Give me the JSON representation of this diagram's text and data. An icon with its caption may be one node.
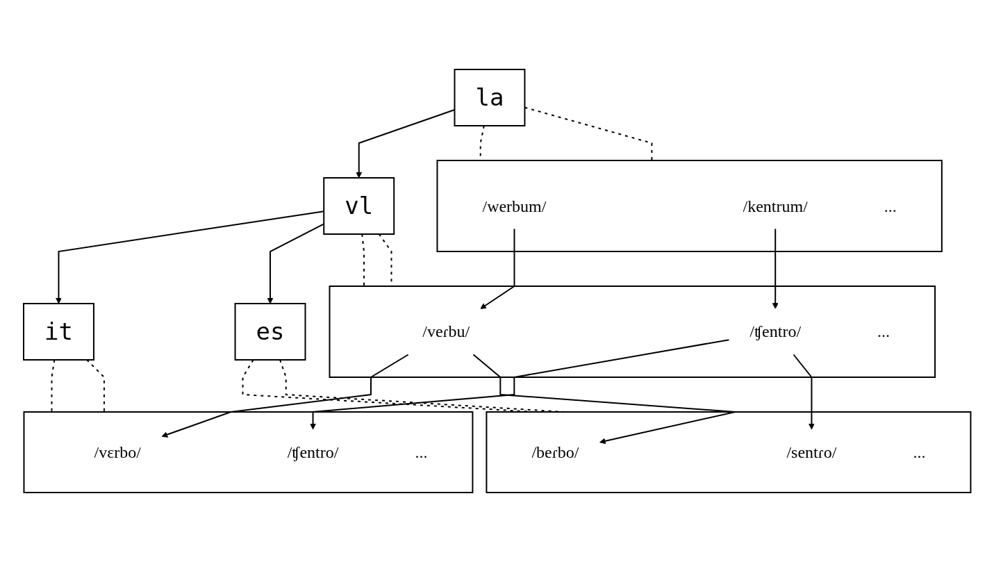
{
  "diagram": {
    "nodes": [
      {
        "text": [
          "la"
        ]
      },
      {
        "text": [
          "vl"
        ]
      },
      {
        "text": [
          "it"
        ]
      },
      {
        "text": [
          "es"
        ]
      },
      {
        "text": [],
        "shape": "box"
      },
      {
        "text": [
          "/werbum/"
        ],
        "in": 4
      },
      {
        "text": [
          "/kentrum/"
        ],
        "in": 4
      },
      {
        "text": [
          "..."
        ],
        "in": 4
      },
      {
        "text": [],
        "shape": "box"
      },
      {
        "text": [
          "/veɾbu/"
        ],
        "in": 8
      },
      {
        "text": [
          "/ʧentro/"
        ],
        "in": 8
      },
      {
        "text": [
          "..."
        ],
        "in": 8
      },
      {
        "text": [],
        "shape": "box"
      },
      {
        "text": [
          "/vɛrbo/"
        ],
        "in": 12
      },
      {
        "text": [
          "/ʧentro/"
        ],
        "in": 12
      },
      {
        "text": [
          "..."
        ],
        "in": 12
      },
      {
        "text": [],
        "shape": "box"
      },
      {
        "text": [
          "/beɾbo/"
        ],
        "in": 16
      },
      {
        "text": [
          "/sentɾo/"
        ],
        "in": 16
      },
      {
        "text": [
          "..."
        ],
        "in": 16
      }
    ],
    "edges": [
      {
        "from": 0,
        "to": 1,
        "arrow": "to"
      },
      {
        "from": 1,
        "to": 2,
        "arrow": "to"
      },
      {
        "from": 1,
        "to": 3,
        "arrow": "to"
      },
      {
        "from": 5,
        "to": 9,
        "arrow": "to"
      },
      {
        "from": 6,
        "to": 10,
        "arrow": "to"
      },
      {
        "from": 9,
        "to": 13,
        "arrow": "to"
      },
      {
        "from": 9,
        "to": 17,
        "arrow": "to"
      },
      {
        "from": 10,
        "to": 14,
        "arrow": "to"
      },
      {
        "from": 10,
        "to": 18,
        "arrow": "to"
      },
      {
        "from": 0,
        "to": 4,
        "arrow": "none",
        "style": "dashed"
      },
      {
        "from": 0,
        "to": 4,
        "arrow": "none",
        "style": "dashed"
      },
      {
        "from": 1,
        "to": 8,
        "arrow": "none",
        "style": "dashed"
      },
      {
        "from": 1,
        "to": 8,
        "arrow": "none",
        "style": "dashed"
      },
      {
        "from": 2,
        "to": 12,
        "arrow": "none",
        "style": "dashed"
      },
      {
        "from": 2,
        "to": 12,
        "arrow": "none",
        "style": "dashed"
      },
      {
        "from": 3,
        "to": 16,
        "arrow": "none",
        "style": "dashed"
      },
      {
        "from": 3,
        "to": 16,
        "arrow": "none",
        "style": "dashed"
      }
    ]
  }
}
